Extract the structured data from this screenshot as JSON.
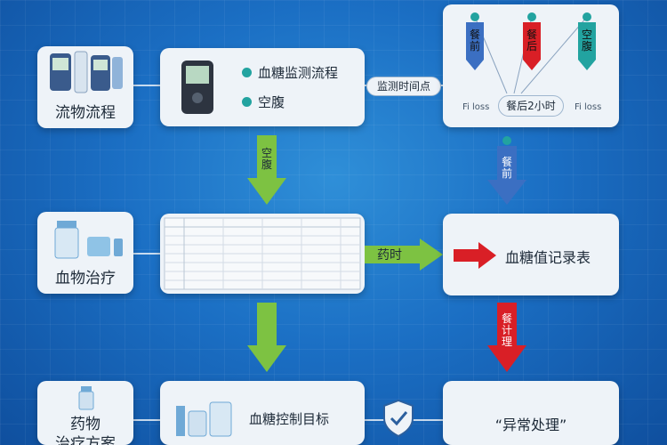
{
  "row1": {
    "left_label": "流物流程",
    "flow_items": [
      "血糖监测流程",
      "空腹"
    ],
    "time_pill": "监测时间点",
    "tags": [
      "餐前",
      "餐后",
      "空腹"
    ],
    "after_meal_label": "餐后2小时",
    "note_left": "Fi loss",
    "note_right": "Fi loss"
  },
  "row2": {
    "left_label": "血物治疗",
    "right_label": "血糖值记录表",
    "arrow_label": "药时"
  },
  "arrows": {
    "down_left_label": "空腹",
    "down_right_label": "餐前",
    "down_red_label": "餐计理"
  },
  "row3": {
    "left_label": "药物",
    "left_label2": "治疗方案",
    "mid_label": "血糖控制目标",
    "right_label": "“异常处理”"
  },
  "colors": {
    "accent_teal": "#22a3a0",
    "arrow_green": "#7dc242",
    "arrow_blue": "#3b6fc2",
    "arrow_red": "#d91f26"
  },
  "icons": [
    "glucose-meter-icon",
    "medicine-bottle-icon",
    "shield-check-icon",
    "vial-icon"
  ]
}
